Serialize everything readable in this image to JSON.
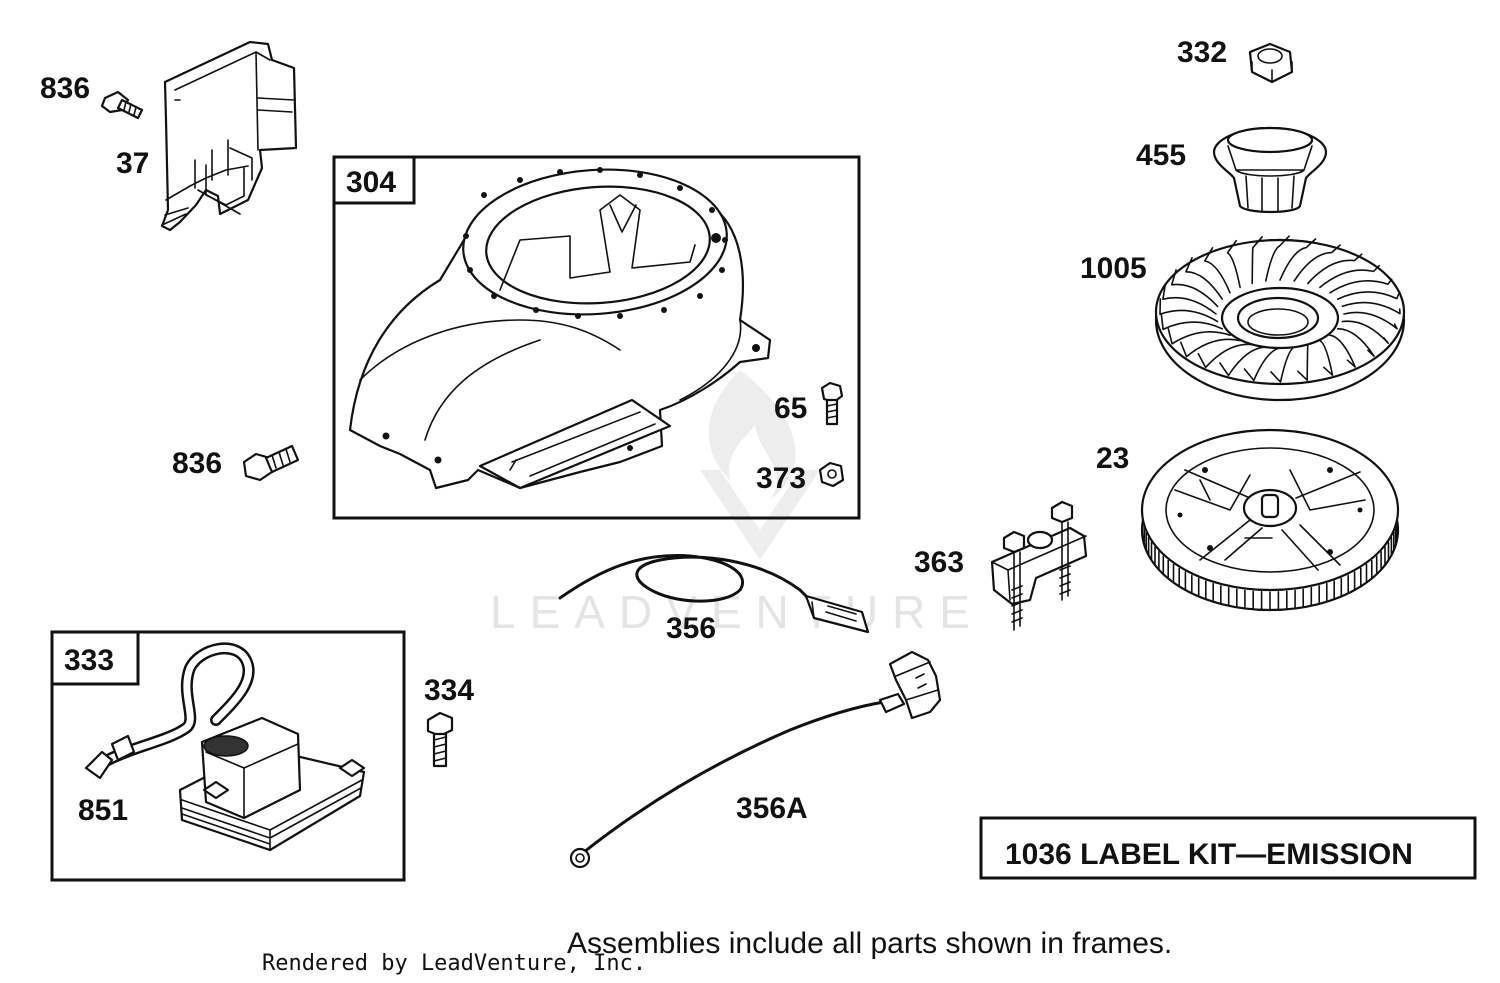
{
  "callouts": {
    "p332": "332",
    "p836_top": "836",
    "p455": "455",
    "p37": "37",
    "p304": "304",
    "p1005": "1005",
    "p65": "65",
    "p836_mid": "836",
    "p23": "23",
    "p373": "373",
    "p363": "363",
    "p356": "356",
    "p333": "333",
    "p334": "334",
    "p851": "851",
    "p356A": "356A"
  },
  "kit_label": "1036 LABEL KIT—EMISSION",
  "footer": {
    "credit": "Rendered by LeadVenture, Inc.",
    "note": "Assemblies include all parts shown in frames."
  },
  "watermark": "LEADVENTURE",
  "colors": {
    "ink": "#111111",
    "watermark": "#e4e4e4",
    "background": "#ffffff"
  }
}
